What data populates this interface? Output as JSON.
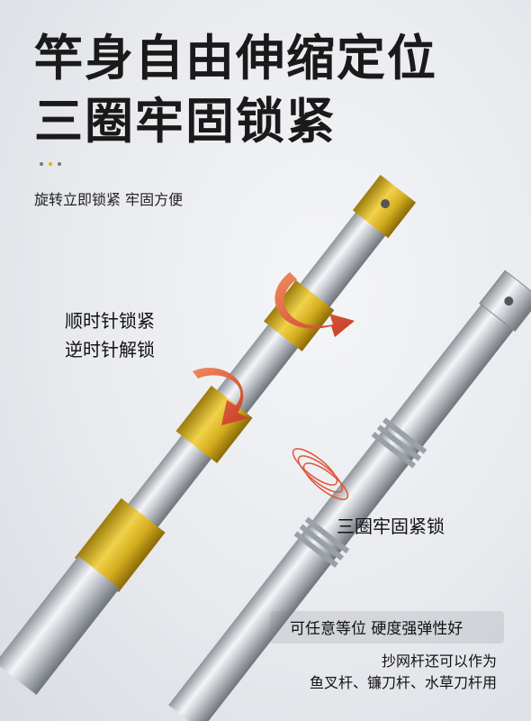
{
  "headline": {
    "line1": "竿身自由伸缩定位",
    "line2": "三圈牢固锁紧"
  },
  "subtitle": "旋转立即锁紧 牢固方便",
  "labels": {
    "lock_cw": "顺时针锁紧",
    "unlock_ccw": "逆时针解锁",
    "three_rings": "三圈牢固紧锁"
  },
  "footer": {
    "line1": "可任意等位 硬度强弹性好",
    "line2": "抄网杆还可以作为",
    "line3": "鱼叉杆、镰刀杆、水草刀杆用"
  },
  "colors": {
    "gold": "#d7b21f",
    "silver": "#c9ccd1",
    "arrow": "#e0553a"
  }
}
